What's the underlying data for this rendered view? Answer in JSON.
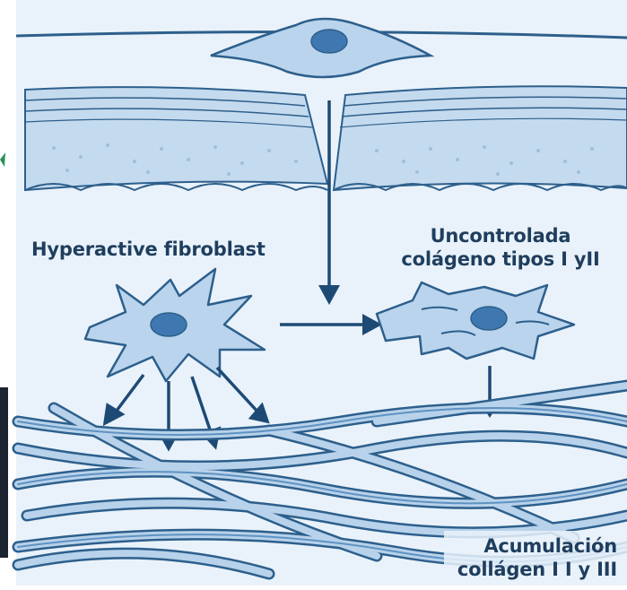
{
  "labels": {
    "hyperactive": "Hyperactive fibroblast",
    "uncontrolled_line1": "Uncontrolada",
    "uncontrolled_line2": "colágeno tipos I yII",
    "accumulation_line1": "Acumulación",
    "accumulation_line2": "collágen I I y III"
  },
  "colors": {
    "background": "#e9f2fa",
    "skin_layer": "#c4daee",
    "skin_texture": "#9fbfdc",
    "outline": "#2d5f8c",
    "cell_fill": "#b9d4ec",
    "nucleus": "#3f78b0",
    "fiber": "#5f92c2",
    "fiber_light": "#b7d2ea",
    "arrow": "#1d4a75",
    "text": "#1f3e5e",
    "left_accent_green": "#2c8f5a",
    "left_accent_dark": "#1b2430"
  },
  "icons": [
    "fibroblast-cell",
    "activated-fibroblast",
    "hyperactive-fibroblast",
    "collagen-fibers",
    "down-arrow",
    "right-arrow"
  ]
}
